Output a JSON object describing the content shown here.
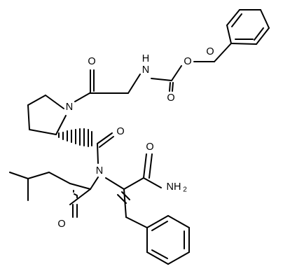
{
  "molecule": {
    "atoms": {
      "o_ester_carbonyl": "O",
      "o_ester": "O",
      "nh_carbamate": "N",
      "nh_carbamate_h": "H",
      "o_glycine": "O",
      "n_proline": "N",
      "o_proline": "O",
      "n_amide": "N",
      "o_amide": "O",
      "nh2_n": "NH",
      "nh2_sub": "2",
      "o_aldehyde": "O"
    }
  }
}
